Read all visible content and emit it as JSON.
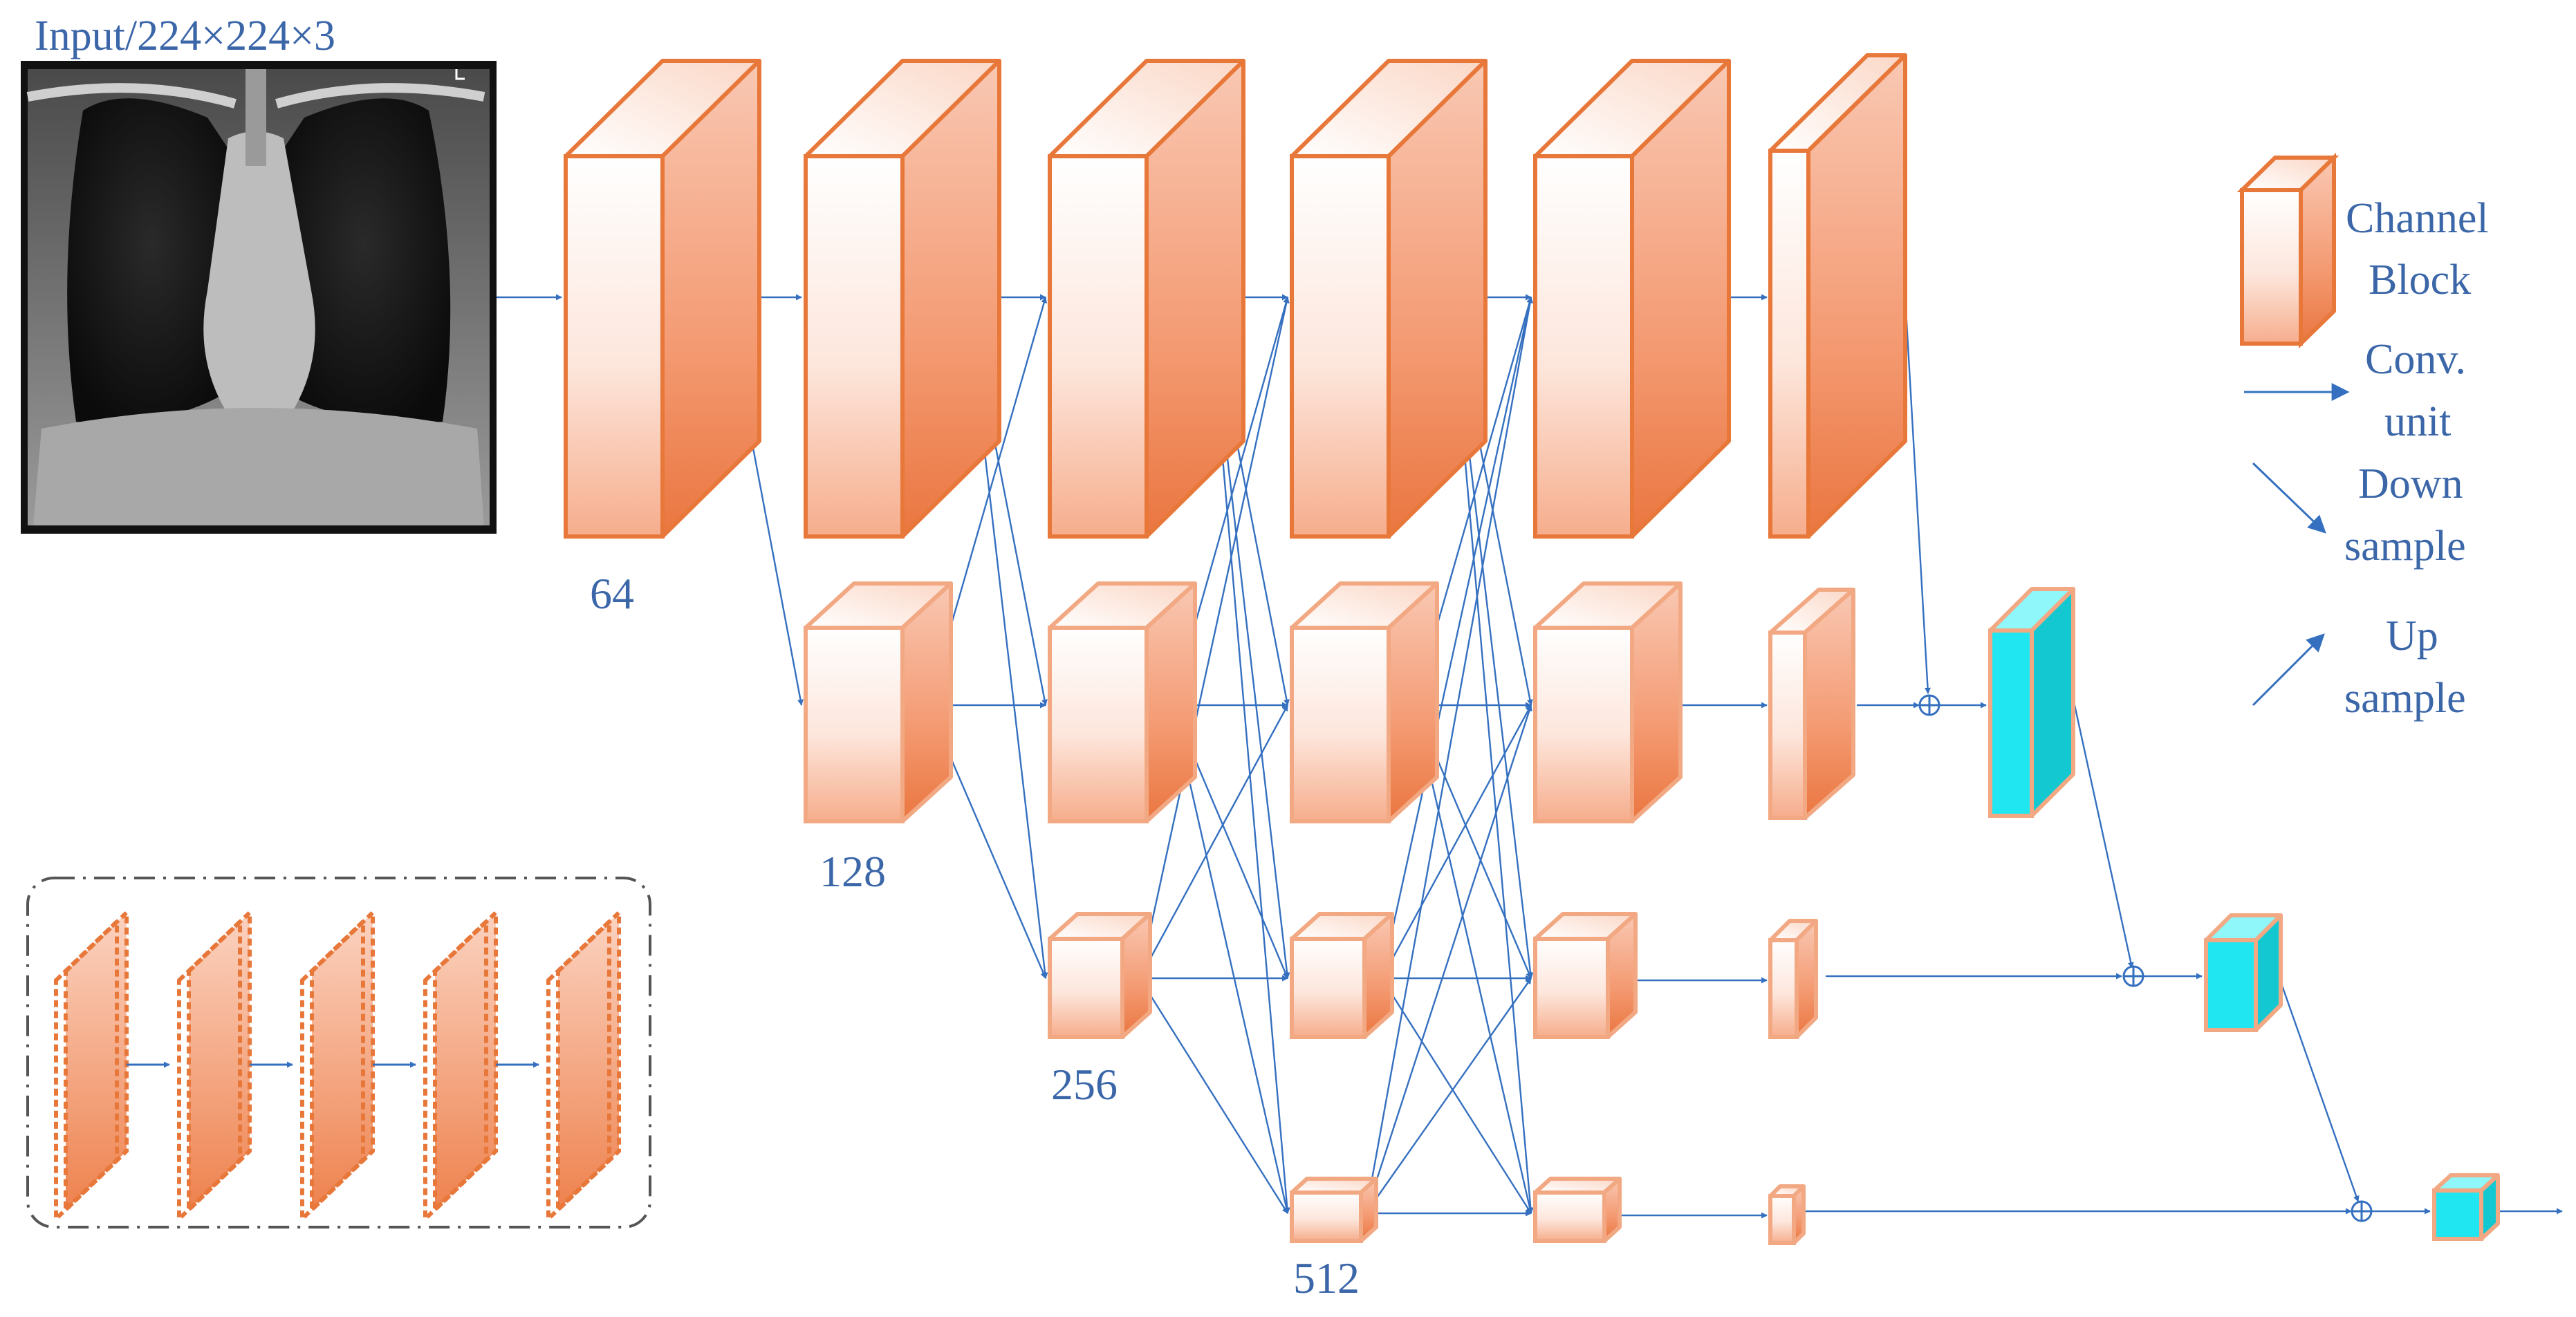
{
  "input_label": "Input/224×224×3",
  "channel_labels": [
    "64",
    "128",
    "256",
    "512"
  ],
  "legend": {
    "channel_block": [
      "Channel",
      "Block"
    ],
    "conv_unit": [
      "Conv.",
      "unit"
    ],
    "down_sample": [
      "Down",
      "sample"
    ],
    "up_sample": [
      "Up",
      "sample"
    ]
  },
  "colors": {
    "block_edge": "#e8773a",
    "block_edge_light": "#f2a983",
    "block_fill": "#f7b59a",
    "arrow": "#3570c0",
    "text": "#3b66a8",
    "fused": "#1fe6f0",
    "dash_box": "#555555"
  },
  "icons": [
    "chest-xray-image",
    "sum-node-icon",
    "arrow-icon"
  ]
}
